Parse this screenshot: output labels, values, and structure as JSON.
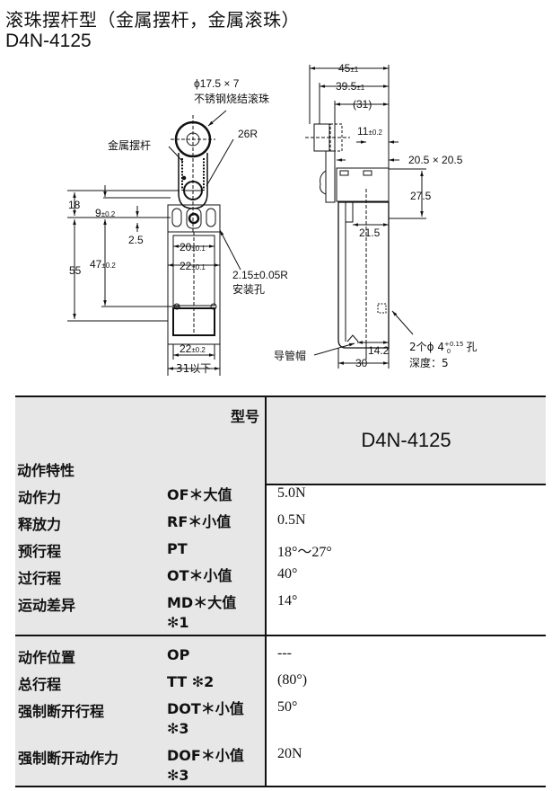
{
  "header": {
    "title": "滚珠摆杆型（金属摆杆，金属滚珠）",
    "model": "D4N-4125"
  },
  "drawing": {
    "front_view": {
      "roller_spec": "ϕ17.5 × 7",
      "roller_material": "不锈钢烧结滚珠",
      "lever_label": "金属摆杆",
      "lever_radius": "26R",
      "dim_18": "18",
      "dim_9": "9",
      "dim_9_tol": "±0.2",
      "dim_2_5": "2.5",
      "dim_55": "55",
      "dim_47": "47",
      "dim_47_tol": "±0.2",
      "dim_20": "20",
      "dim_20_tol": "±0.1",
      "dim_22_inner": "22",
      "dim_22_inner_tol": "±0.1",
      "dim_22_bottom": "22",
      "dim_22_bottom_tol": "±0.2",
      "dim_31": "31以下",
      "mount_hole_radius": "2.15±0.05R",
      "mount_hole_label": "安装孔"
    },
    "side_view": {
      "dim_45": "45",
      "dim_45_tol": "±1",
      "dim_39_5": "39.5",
      "dim_39_5_tol": "±1",
      "dim_31": "(31)",
      "dim_11": "11",
      "dim_11_tol": "±0.2",
      "dim_20_5": "20.5 × 20.5",
      "dim_27_5": "27.5",
      "dim_21_5": "21.5",
      "dim_14_2": "14.2",
      "dim_30": "30",
      "conduit_cap": "导管帽",
      "hole_spec_prefix": "2个ϕ 4",
      "hole_tol_upper": "+0.15",
      "hole_tol_lower": "0",
      "hole_suffix": "孔",
      "hole_depth": "深度：5"
    }
  },
  "table": {
    "model_header": "型号",
    "characteristics_header": "动作特性",
    "model_value": "D4N-4125",
    "group1": [
      {
        "name": "动作力",
        "code": "OF＊大值",
        "value": "5.0N"
      },
      {
        "name": "释放力",
        "code": "RF＊小值",
        "value": "0.5N"
      },
      {
        "name": "预行程",
        "code": "PT",
        "value": "18°～27°"
      },
      {
        "name": "过行程",
        "code": "OT＊小值",
        "value": "40°"
      },
      {
        "name": "运动差异",
        "code": "MD＊大值 ✻1",
        "value": "14°"
      }
    ],
    "group2": [
      {
        "name": "动作位置",
        "code": "OP",
        "value": "---"
      },
      {
        "name": "总行程",
        "code": "TT ✻2",
        "value": "(80°)"
      },
      {
        "name": "强制断开行程",
        "code": "DOT＊小值 ✻3",
        "value": "50°"
      },
      {
        "name": "强制断开动作力",
        "code": "DOF＊小值 ✻3",
        "value": "20N"
      }
    ]
  }
}
